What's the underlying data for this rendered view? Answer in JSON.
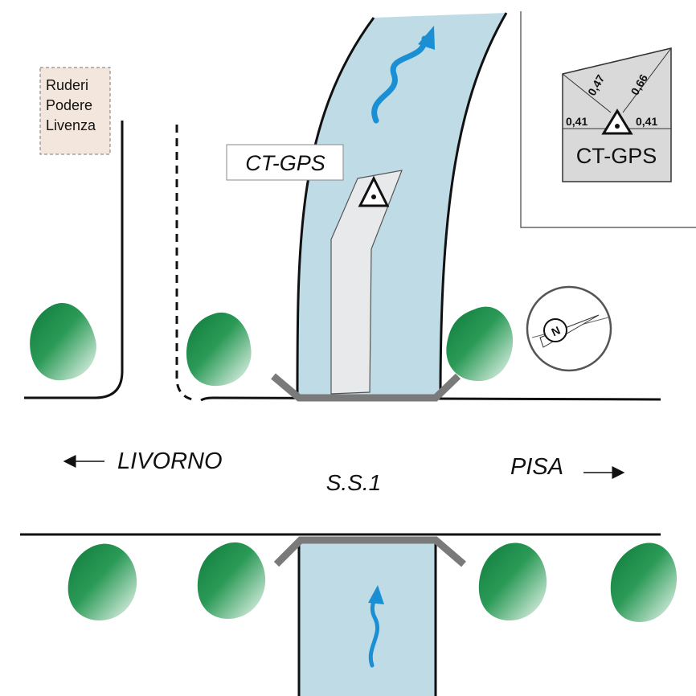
{
  "ruin_label": [
    "Ruderi",
    "Podere",
    "Livenza"
  ],
  "road_name": "S.S.1",
  "direction_left": {
    "label": "LIVORNO",
    "arrow": "arrow-left-icon"
  },
  "direction_right": {
    "label": "PISA",
    "arrow": "arrow-right-icon"
  },
  "station_label": "CT-GPS",
  "inset": {
    "label": "CT-GPS",
    "distances": {
      "left": "0,41",
      "right": "0,41",
      "upper_left": "0,47",
      "upper_right": "0,66"
    }
  },
  "compass": {
    "letter": "N",
    "icon": "compass-icon"
  },
  "colors": {
    "water": "#bfdce6",
    "flow_arrow": "#1a8fd4",
    "bridge": "#7a7a7a",
    "tree_dark": "#1e8a45",
    "tree_light": "#f4fbf6",
    "ruin_fill": "#f3e6dc",
    "inset_fill": "#d9d9d9"
  }
}
